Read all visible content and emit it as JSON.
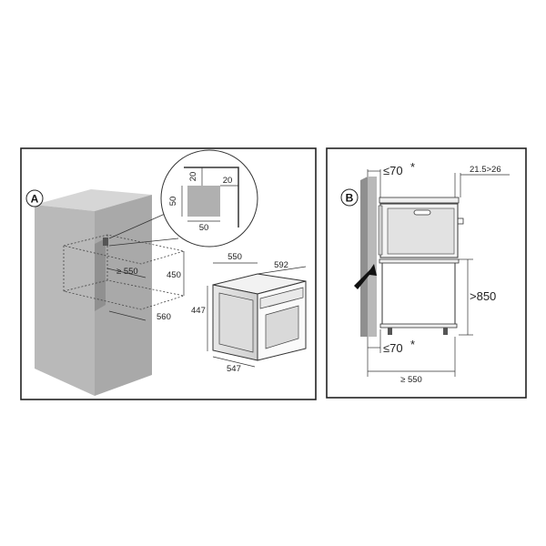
{
  "panel_a": {
    "label": "A",
    "cutout_detail": {
      "dim_top": "20",
      "dim_side": "20",
      "dim_height": "50",
      "dim_width": "50"
    },
    "niche": {
      "width": "≥ 550",
      "height": "450",
      "depth": "560"
    },
    "appliance": {
      "depth": "550",
      "width": "592",
      "height": "447",
      "body_depth": "547"
    }
  },
  "panel_b": {
    "label": "B",
    "gap_top": "≤70",
    "gap_top_mark": "*",
    "gap_bottom": "≤70",
    "gap_bottom_mark": "*",
    "range": "21.5>26",
    "height": ">850",
    "width": "≥ 550"
  },
  "colors": {
    "wall": "#b9b9b9",
    "wall_dark": "#8f8f8f",
    "line": "#333333",
    "detail_fill": "#b0b0b0"
  }
}
